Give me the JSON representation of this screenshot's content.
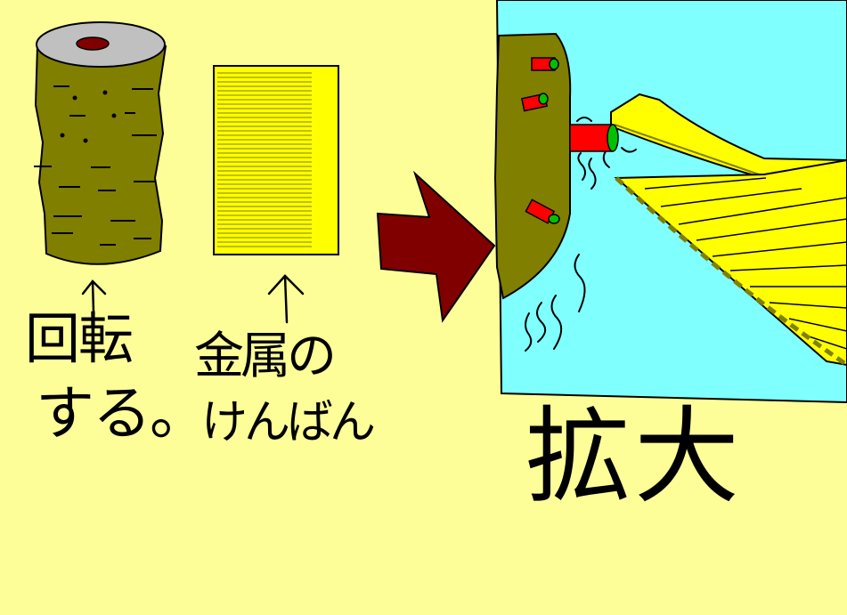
{
  "labels": {
    "rotate_line1": "回転",
    "rotate_line2": "する。",
    "metal_line1": "金属の",
    "metal_line2": "けんばん",
    "zoom": "拡大"
  },
  "colors": {
    "background": "#fefe99",
    "cylinder_body": "#807f00",
    "cylinder_top": "#c0c0c0",
    "hole": "#800000",
    "comb_yellow": "#ffff00",
    "arrow": "#800000",
    "water": "#80ffff",
    "pin_red": "#ff0000",
    "pin_tip": "#00c000",
    "tine_outline": "#808000",
    "ink": "#000000"
  }
}
